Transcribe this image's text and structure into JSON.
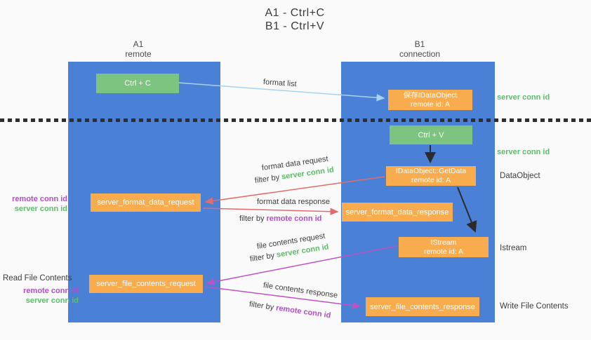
{
  "title": {
    "line1": "A1 - Ctrl+C",
    "line2": "B1 - Ctrl+V"
  },
  "lanes": {
    "left": {
      "name": "A1",
      "role": "remote"
    },
    "right": {
      "name": "B1",
      "role": "connection"
    }
  },
  "nodes": {
    "ctrl_c": {
      "label": "Ctrl + C"
    },
    "save_idataobject": {
      "line1": "保存IDataObject",
      "line2": "remote id: A"
    },
    "ctrl_v": {
      "label": "Ctrl + V"
    },
    "getdata": {
      "line1": "IDataObject::GetData",
      "line2": "remote id: A"
    },
    "format_request": {
      "label": "server_format_data_request"
    },
    "format_response": {
      "label": "server_format_data_response"
    },
    "istream": {
      "line1": "IStream",
      "line2": "remote id: A"
    },
    "file_request": {
      "label": "server_file_contents_request"
    },
    "file_response": {
      "label": "server_file_contents_response"
    }
  },
  "edge_labels": {
    "format_list": "format list",
    "format_data_request": "format data request",
    "format_data_response": "format data response",
    "file_contents_request": "file contents request",
    "file_contents_response": "file contents response",
    "filter_by": "filter by",
    "server_conn_id": "server conn id",
    "remote_conn_id": "remote conn id"
  },
  "side_labels": {
    "server_conn_id": "server conn id",
    "remote_conn_id": "remote conn id",
    "dataobject": "DataObject",
    "istream": "Istream",
    "read_file_contents": "Read File Contents",
    "write_file_contents": "Write File Contents"
  },
  "colors": {
    "lane_blue": "#4a80d6",
    "node_green": "#7cc47f",
    "node_orange": "#f8ac4d",
    "arrow_red": "#e36b6b",
    "arrow_magenta": "#bc53c5",
    "arrow_light_blue": "#a8d2ee",
    "arrow_black": "#2b2b2b",
    "text_green": "#5bbd68",
    "text_purple": "#b14fc8",
    "background": "#fafafa"
  }
}
